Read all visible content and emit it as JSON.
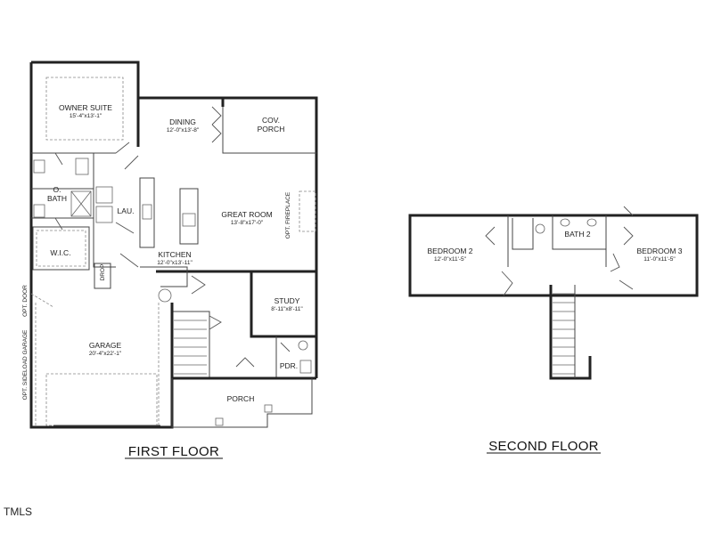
{
  "first_floor": {
    "title": "FIRST FLOOR",
    "rooms": {
      "owner_suite": {
        "name": "OWNER SUITE",
        "dim": "15'-4\"x13'-1\""
      },
      "dining": {
        "name": "DINING",
        "dim": "12'-0\"x13'-8\""
      },
      "cov_porch": {
        "line1": "COV.",
        "line2": "PORCH"
      },
      "o_bath": {
        "line1": "O.",
        "line2": "BATH"
      },
      "lau": {
        "name": "LAU."
      },
      "great_room": {
        "name": "GREAT ROOM",
        "dim": "13'-8\"x17'-0\""
      },
      "opt_fireplace": {
        "name": "OPT. FIREPLACE"
      },
      "wic": {
        "name": "W.I.C."
      },
      "kitchen": {
        "name": "KITCHEN",
        "dim": "12'-0\"x13'-11\""
      },
      "drop": {
        "name": "DROP"
      },
      "study": {
        "name": "STUDY",
        "dim": "8'-11\"x8'-11\""
      },
      "garage": {
        "name": "GARAGE",
        "dim": "20'-4\"x22'-1\""
      },
      "opt_door": {
        "name": "OPT. DOOR"
      },
      "opt_sideload": {
        "name": "OPT. SIDELOAD GARAGE"
      },
      "pdr": {
        "name": "PDR."
      },
      "porch": {
        "name": "PORCH"
      }
    }
  },
  "second_floor": {
    "title": "SECOND FLOOR",
    "rooms": {
      "bedroom2": {
        "name": "BEDROOM 2",
        "dim": "12'-0\"x11'-5\""
      },
      "bath2": {
        "name": "BATH 2"
      },
      "bedroom3": {
        "name": "BEDROOM 3",
        "dim": "11'-0\"x11'-5\""
      }
    }
  },
  "logo": "TMLS"
}
